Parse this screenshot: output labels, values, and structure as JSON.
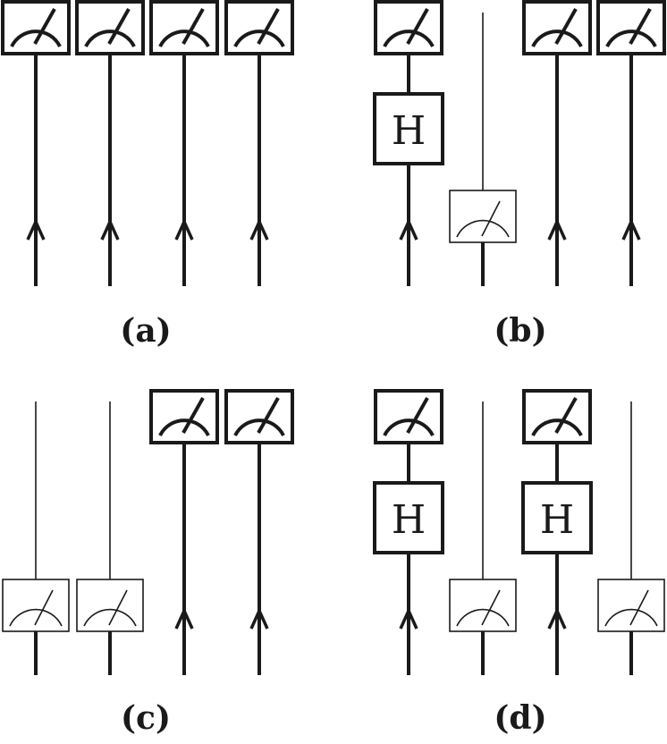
{
  "panels": [
    {
      "id": "a",
      "label": "(a)",
      "wires": [
        {
          "kind": "measured-arrow"
        },
        {
          "kind": "measured-arrow"
        },
        {
          "kind": "measured-arrow"
        },
        {
          "kind": "measured-arrow"
        }
      ]
    },
    {
      "id": "b",
      "label": "(b)",
      "wires": [
        {
          "kind": "measured-h-arrow"
        },
        {
          "kind": "premeasured"
        },
        {
          "kind": "measured-arrow"
        },
        {
          "kind": "measured-arrow"
        }
      ]
    },
    {
      "id": "c",
      "label": "(c)",
      "wires": [
        {
          "kind": "premeasured"
        },
        {
          "kind": "premeasured"
        },
        {
          "kind": "measured-arrow"
        },
        {
          "kind": "measured-arrow"
        }
      ]
    },
    {
      "id": "d",
      "label": "(d)",
      "wires": [
        {
          "kind": "measured-h-arrow"
        },
        {
          "kind": "premeasured"
        },
        {
          "kind": "measured-h-arrow"
        },
        {
          "kind": "premeasured"
        }
      ]
    }
  ],
  "gate_label": "H",
  "icons": {
    "meter": "measurement-meter-icon",
    "arrow": "up-arrow-icon"
  }
}
